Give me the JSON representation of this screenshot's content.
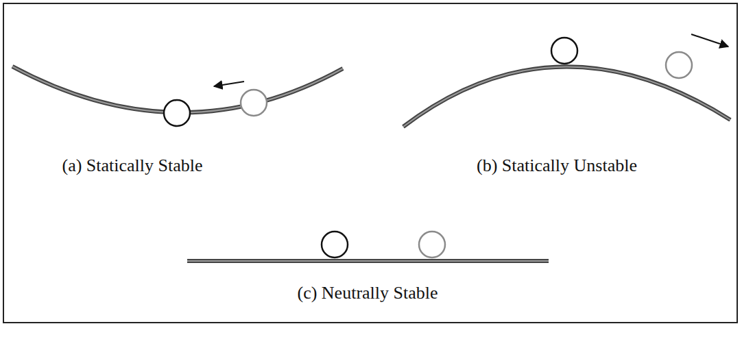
{
  "diagram": {
    "labels": [
      "(a) Statically Stable",
      "(b) Statically Unstable",
      "(c) Neutrally Stable"
    ]
  }
}
